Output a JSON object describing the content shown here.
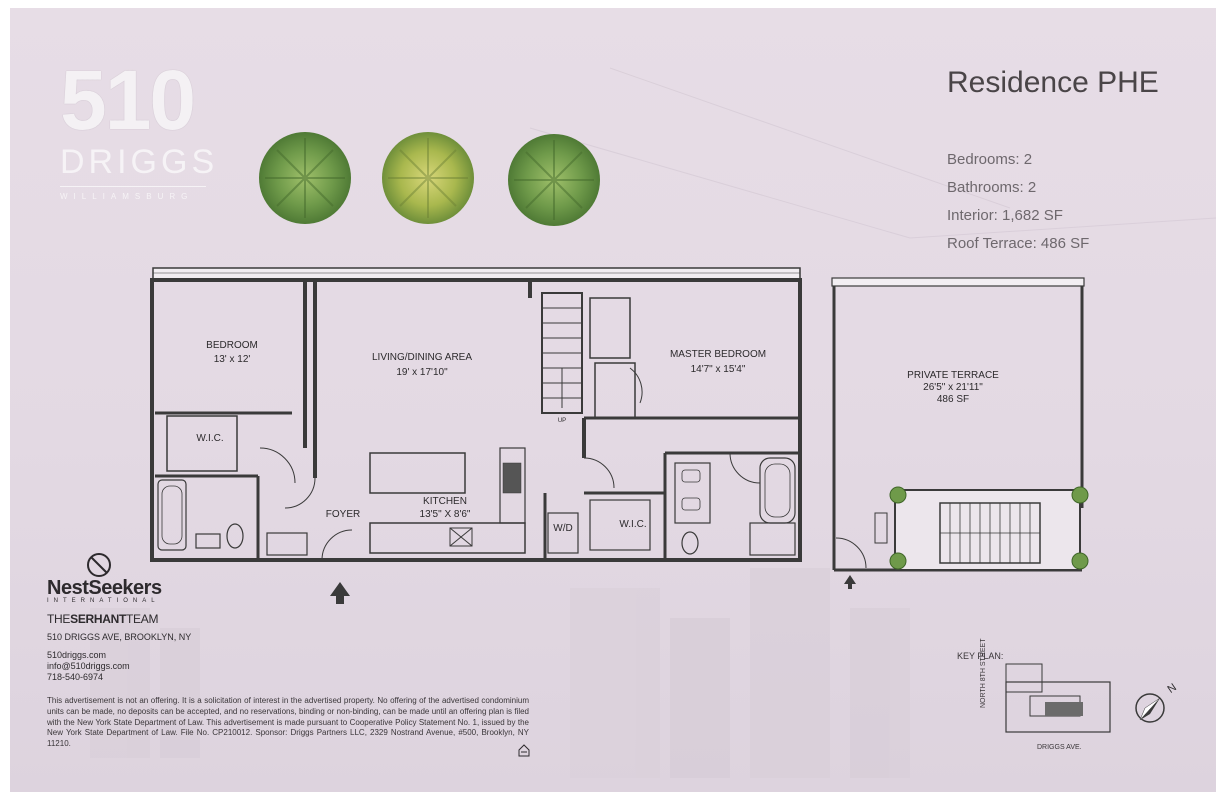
{
  "logo": {
    "number": "510",
    "name": "DRIGGS",
    "neighborhood": "WILLIAMSBURG"
  },
  "title": "Residence PHE",
  "specs": [
    "Bedrooms: 2",
    "Bathrooms: 2",
    "Interior: 1,682 SF",
    "Roof Terrace: 486 SF"
  ],
  "rooms": {
    "bedroom": {
      "name": "BEDROOM",
      "size": "13' x 12'"
    },
    "wic1": "W.I.C.",
    "living": {
      "name": "LIVING/DINING AREA",
      "size": "19' x 17'10\""
    },
    "kitchen": {
      "name": "KITCHEN",
      "size": "13'5\" X 8'6\""
    },
    "foyer": "FOYER",
    "wd": "W/D",
    "up": "UP",
    "master": {
      "name": "MASTER BEDROOM",
      "size": "14'7\" x 15'4\""
    },
    "wic2": "W.I.C.",
    "terrace": {
      "name": "PRIVATE TERRACE",
      "size": "26'5\" x 21'11\"",
      "area": "486 SF"
    }
  },
  "brand": {
    "name": "NestSeekers",
    "sub": "INTERNATIONAL",
    "team_prefix": "THE",
    "team_bold": "SERHANT",
    "team_suffix": "TEAM",
    "address": "510 DRIGGS AVE, BROOKLYN, NY",
    "website": "510driggs.com",
    "email": "info@510driggs.com",
    "phone": "718-540-6974"
  },
  "disclaimer": "This advertisement is not an offering. It is a solicitation of interest in the advertised property. No offering of the advertised condominium units can be made, no deposits can be accepted, and no reservations, binding or non-binding, can be made until an offering plan is filed with the New York State Department of Law. This advertisement is made pursuant to Cooperative Policy Statement No. 1, issued by the New York State Department of Law. File No. CP210012. Sponsor: Driggs Partners LLC, 2329 Nostrand Avenue, #500, Brooklyn, NY 11210.",
  "keyplan": {
    "label": "KEY PLAN:",
    "street_north": "NORTH 8TH STREET",
    "street_driggs": "DRIGGS AVE."
  },
  "compass": "N",
  "colors": {
    "background": "#e5dbe5",
    "wall": "#3a3a3a",
    "tree_green": "#6f9a4a",
    "tree_yellow": "#a9b84e"
  }
}
